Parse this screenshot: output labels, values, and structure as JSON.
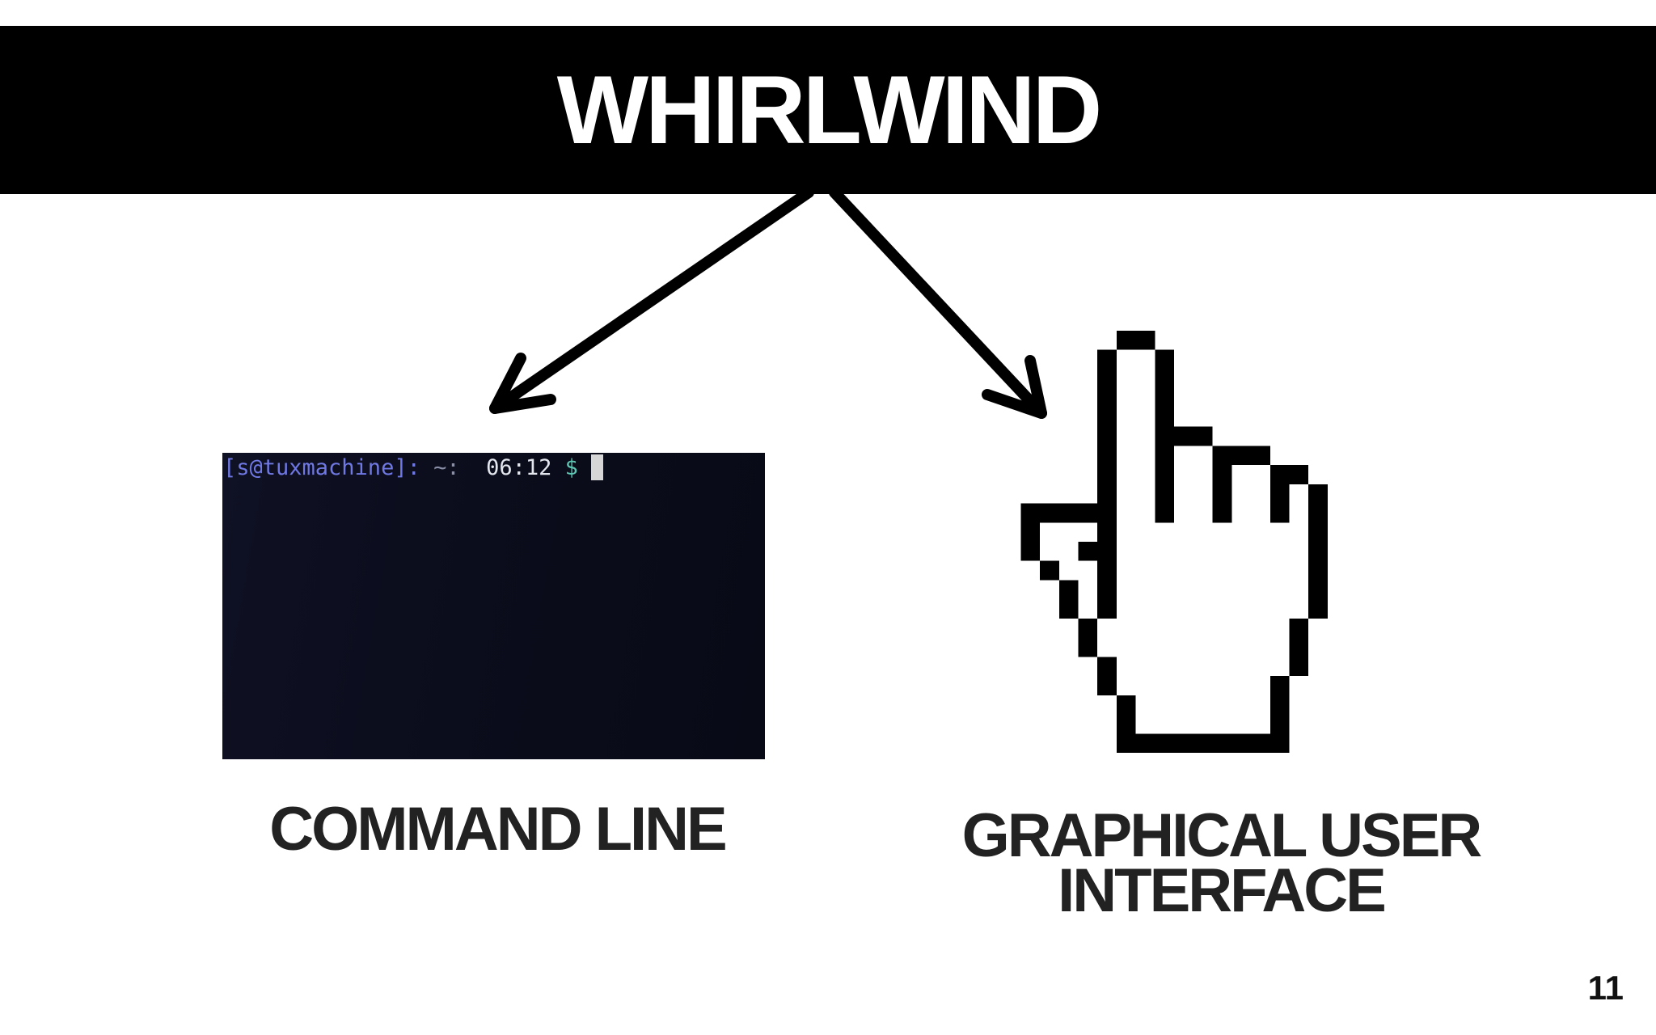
{
  "slide": {
    "title": "WHIRLWIND",
    "page_number": "11"
  },
  "terminal": {
    "prompt": "[s@tuxmachine]:",
    "path": " ~:",
    "time": "  06:12",
    "dollar": " $"
  },
  "labels": {
    "command_line": "COMMAND LINE",
    "gui_line1": "GRAPHICAL USER",
    "gui_line2": "INTERFACE"
  },
  "icons": {
    "hand": "pointing-hand-cursor-icon"
  },
  "colors": {
    "title_bar": "#000000",
    "title_text": "#ffffff",
    "terminal_bg": "#0b0d1c",
    "prompt": "#6f78e3",
    "dollar": "#5ec7b4",
    "label_text": "#222222"
  }
}
